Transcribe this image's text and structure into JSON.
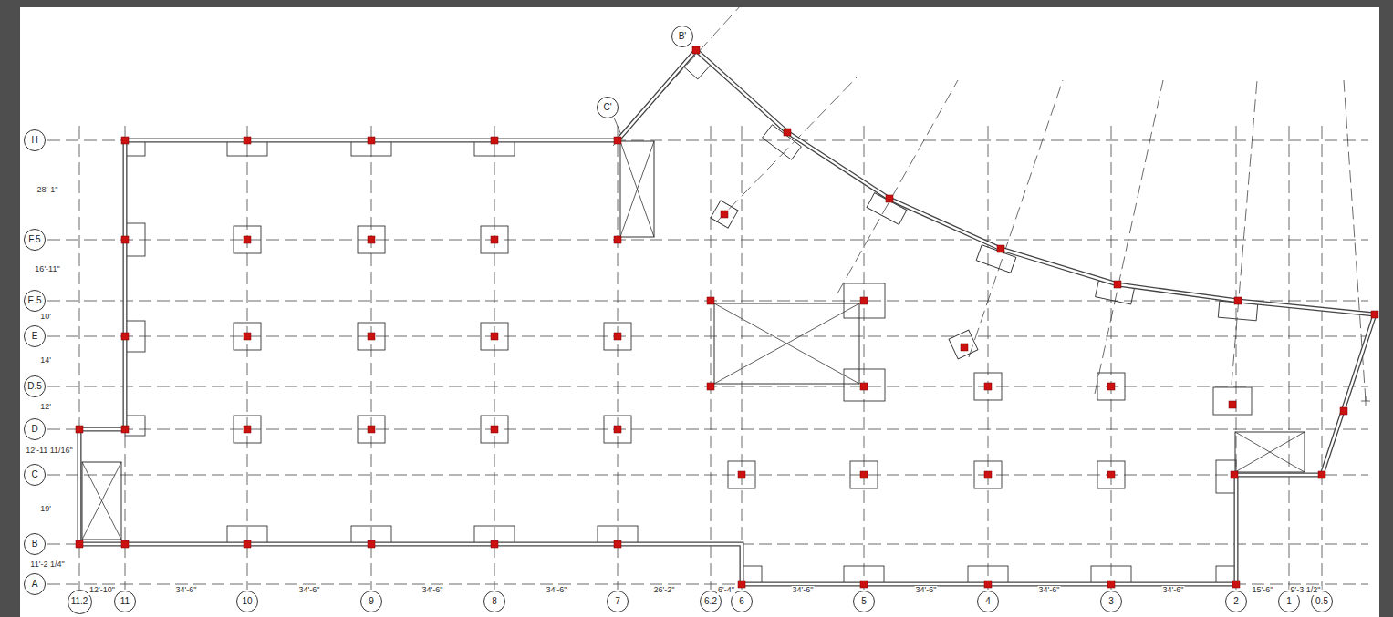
{
  "diagram": {
    "nodes": [
      {
        "text": [
          "B'"
        ]
      },
      {
        "text": [
          "C'"
        ]
      },
      {
        "text": [
          "H"
        ]
      },
      {
        "text": [
          "F.5"
        ]
      },
      {
        "text": [
          "E.5"
        ]
      },
      {
        "text": [
          "E"
        ]
      },
      {
        "text": [
          "D.5"
        ]
      },
      {
        "text": [
          "D"
        ]
      },
      {
        "text": [
          "C"
        ]
      },
      {
        "text": [
          "B"
        ]
      },
      {
        "text": [
          "A"
        ]
      },
      {
        "text": [
          "11.2"
        ]
      },
      {
        "text": [
          "11"
        ]
      },
      {
        "text": [
          "10"
        ]
      },
      {
        "text": [
          "9"
        ]
      },
      {
        "text": [
          "8"
        ]
      },
      {
        "text": [
          "7"
        ]
      },
      {
        "text": [
          "6.2"
        ]
      },
      {
        "text": [
          "6"
        ]
      },
      {
        "text": [
          "5"
        ]
      },
      {
        "text": [
          "4"
        ]
      },
      {
        "text": [
          "3"
        ]
      },
      {
        "text": [
          "2"
        ]
      },
      {
        "text": [
          "1"
        ]
      },
      {
        "text": [
          "0.5"
        ]
      }
    ],
    "labels": [
      "28'-1\"",
      "16'-11\"",
      "10'",
      "14'",
      "12'",
      "12'-11 11/16\"",
      "19'",
      "11'-2 1/4\"",
      "12'-10\"",
      "34'-6\"",
      "34'-6\"",
      "34'-6\"",
      "34'-6\"",
      "26'-2\"",
      "6'-4\"",
      "34'-6\"",
      "34'-6\"",
      "34'-6\"",
      "34'-6\"",
      "15'-6\"",
      "9'-3 1/2\""
    ]
  }
}
